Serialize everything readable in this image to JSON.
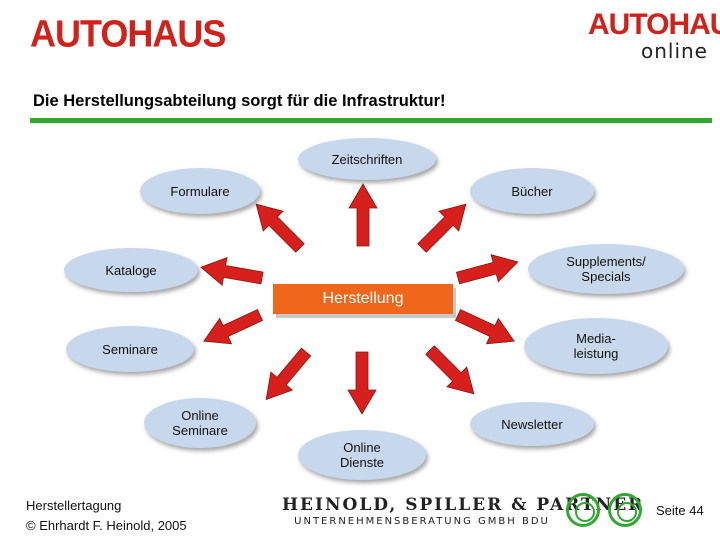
{
  "header": {
    "logo_left": "AUTOHAUS",
    "logo_right_line1": "AUTOHAUS",
    "logo_right_line2": "online",
    "headline": "Die Herstellungsabteilung sorgt für die Infrastruktur!"
  },
  "diagram": {
    "center": "Herstellung",
    "nodes": {
      "zeitschriften": "Zeitschriften",
      "formulare": "Formulare",
      "buecher": "Bücher",
      "kataloge": "Kataloge",
      "supplements_line1": "Supplements/",
      "supplements_line2": "Specials",
      "seminare": "Seminare",
      "media_line1": "Media-",
      "media_line2": "leistung",
      "online_seminare_line1": "Online",
      "online_seminare_line2": "Seminare",
      "newsletter": "Newsletter",
      "online_dienste_line1": "Online",
      "online_dienste_line2": "Dienste"
    },
    "colors": {
      "node_fill": "#c7d8ec",
      "arrow": "#d7201c",
      "center_fill": "#f0661a",
      "rule": "#31a832"
    }
  },
  "footer": {
    "line1": "Herstellertagung",
    "line2": "© Ehrhardt F. Heinold, 2005",
    "partner_name": "HEINOLD, SPILLER & PARTNER",
    "partner_sub": "UNTERNEHMENSBERATUNG GMBH BDU",
    "page": "Seite 44"
  }
}
